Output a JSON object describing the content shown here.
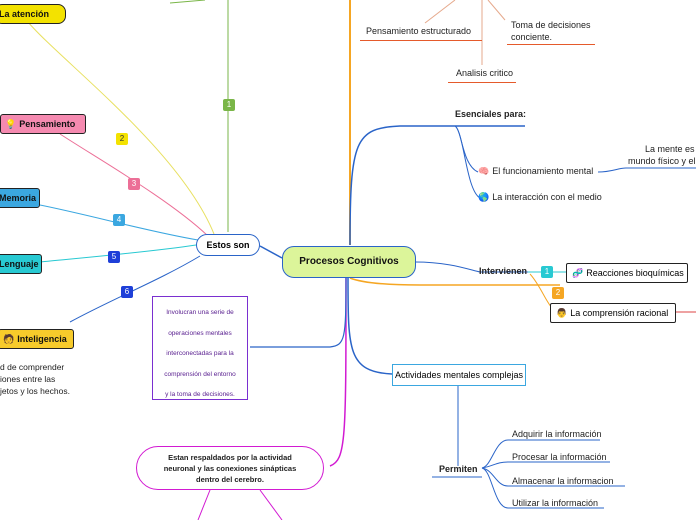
{
  "center": {
    "label": "Procesos Cognitivos"
  },
  "estos_son": {
    "label": "Estos son"
  },
  "left_items": [
    {
      "label": "La atención",
      "badge": "2",
      "color": "#f3e200"
    },
    {
      "label": "Pensamiento",
      "badge": "3",
      "color": "#ec6f97"
    },
    {
      "label": "Memoria",
      "badge": "4",
      "color": "#3ba7e0"
    },
    {
      "label": "Lenguaje",
      "badge": "5",
      "color": "#28c9d2"
    },
    {
      "label": "Inteligencia",
      "badge": "6",
      "color": "#f7cb2b"
    }
  ],
  "badge_one": "1",
  "inteligencia_text": [
    "d de comprender",
    "iones entre las",
    "jetos y los hechos."
  ],
  "involucran_text": [
    "Involucran una serie de",
    "operaciones mentales",
    "interconectadas para la",
    "comprensión del entorno",
    "y la toma de decisiones."
  ],
  "respaldados_text": [
    "Estan respaldados por la actividad",
    "neuronal y las conexiones sinápticas",
    "dentro del cerebro."
  ],
  "top_items": {
    "pensamiento": "Pensamiento estructurado",
    "toma": [
      "Toma de decisiones",
      "conciente."
    ],
    "analisis": "Analisis critico"
  },
  "esenciales": {
    "label": "Esenciales para:",
    "items": [
      "El funcionamiento mental",
      "La interacción con el medio"
    ],
    "right_text": [
      "La mente es",
      "mundo físico y el"
    ]
  },
  "intervienen": {
    "label": "Intervienen",
    "items": [
      {
        "badge": "1",
        "label": "Reacciones bioquímicas"
      },
      {
        "badge": "2",
        "label": "La comprensión racional"
      }
    ]
  },
  "actividades": {
    "label": "Actividades mentales complejas",
    "permiten": "Permiten",
    "items": [
      "Adquirir la información",
      "Procesar la  información",
      "Almacenar la  informacion",
      "Utilizar la información"
    ]
  },
  "icons": {
    "pensamiento": "lightbulb-icon",
    "inteligencia": "person-icon",
    "funcionamiento": "brain-icon",
    "interaccion": "globe-icon",
    "reacciones": "dna-icon",
    "comprension": "person-icon"
  }
}
